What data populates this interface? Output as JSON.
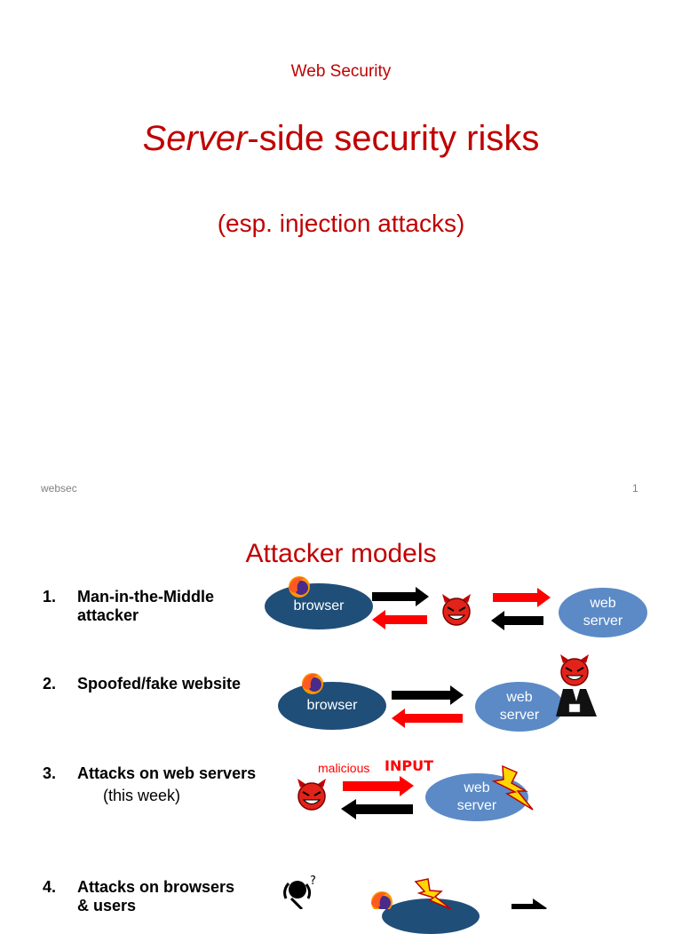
{
  "slide1": {
    "overtitle": "Web Security",
    "title_italic": "Server",
    "title_rest": "-side security risks",
    "subtitle": "(esp. injection attacks)",
    "footer_left": "websec",
    "page_number": "1"
  },
  "slide2": {
    "title": "Attacker models",
    "items": [
      {
        "number": "1.",
        "text_line1": "Man-in-the-Middle",
        "text_line2": "attacker"
      },
      {
        "number": "2.",
        "text_line1": "Spoofed/fake website"
      },
      {
        "number": "3.",
        "text_line1": "Attacks on web servers",
        "text_line2": "(this week)"
      },
      {
        "number": "4.",
        "text_line1": "Attacks on browsers",
        "text_line2": "& users"
      }
    ],
    "diagram": {
      "browser_label": "browser",
      "server_label_1": "web",
      "server_label_2": "server",
      "malicious_label": "malicious",
      "input_label": "INPUT",
      "question_mark": "?"
    }
  },
  "colors": {
    "accent_red": "#c00000",
    "browser_blue": "#1f4e79",
    "server_blue": "#5b8ac6",
    "arrow_red": "#ff0000",
    "arrow_black": "#000000"
  }
}
